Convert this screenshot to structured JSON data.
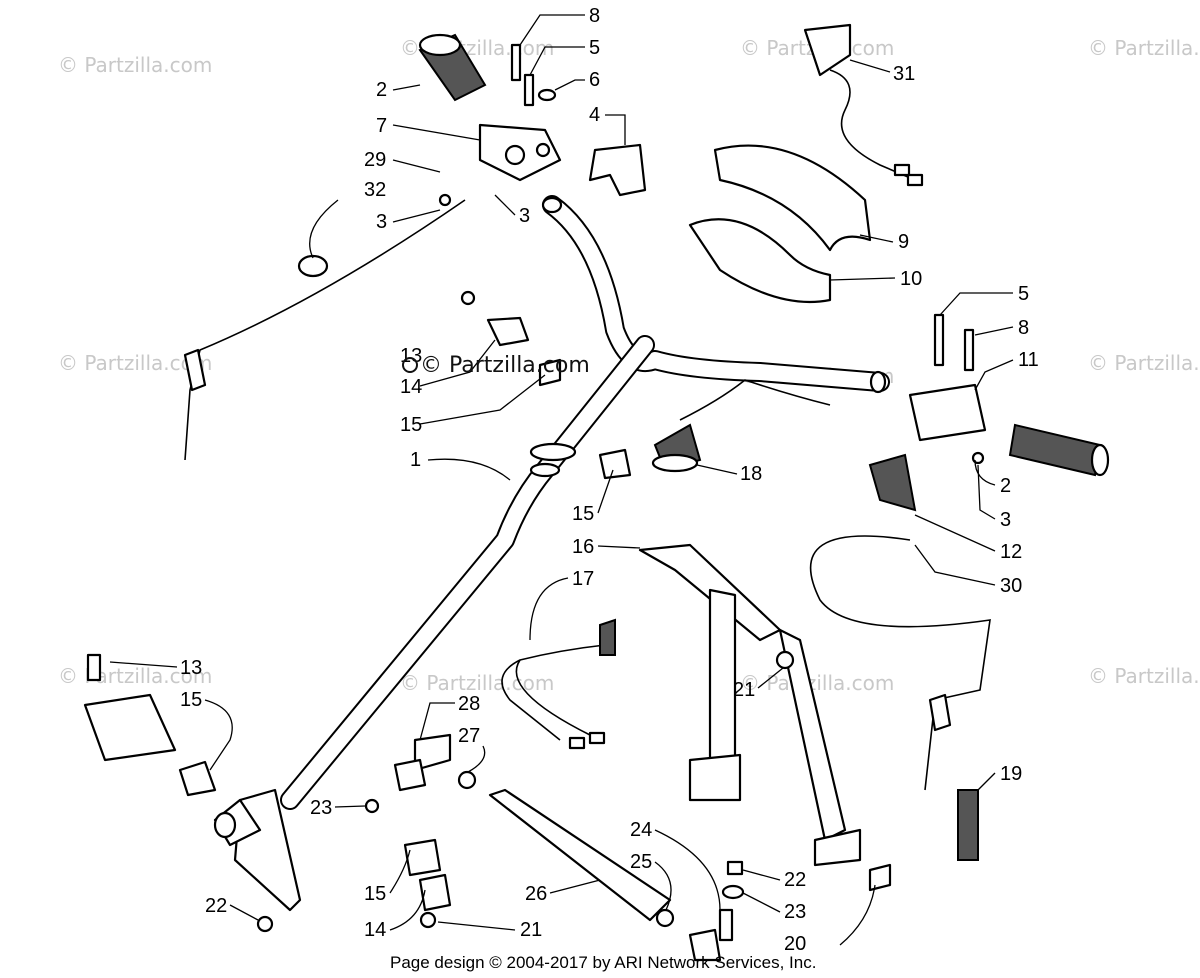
{
  "watermarks": [
    "© Partzilla.com",
    "© Partzilla.com",
    "© Partzilla.com",
    "© Partzilla.com",
    "© Partzilla.com",
    "© Partzilla.com",
    "© Partzilla.com",
    "© Partzilla.com",
    "© Partzilla.com",
    "© Partzilla.com",
    "© Partzilla.com"
  ],
  "center_watermark": "© Partzilla.com",
  "footer": "Page design © 2004-2017 by ARI Network Services, Inc.",
  "callouts": [
    "8",
    "5",
    "6",
    "2",
    "4",
    "7",
    "29",
    "32",
    "3",
    "3",
    "31",
    "9",
    "10",
    "5",
    "8",
    "11",
    "13",
    "14",
    "15",
    "1",
    "18",
    "2",
    "3",
    "12",
    "30",
    "15",
    "16",
    "17",
    "21",
    "13",
    "15",
    "28",
    "27",
    "23",
    "19",
    "24",
    "25",
    "22",
    "23",
    "26",
    "15",
    "22",
    "14",
    "21",
    "20"
  ]
}
